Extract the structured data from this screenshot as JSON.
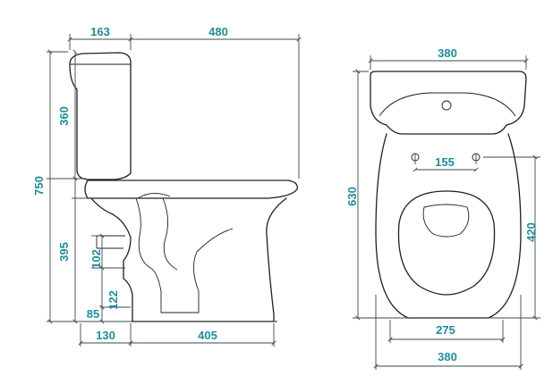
{
  "side_view": {
    "tank_depth": "163",
    "bowl_depth": "480",
    "total_height": "750",
    "tank_height": "360",
    "seat_height": "395",
    "outlet_height": "102",
    "outlet_offset": "122",
    "floor_gap": "85",
    "base_back": "130",
    "base_length": "405"
  },
  "top_view": {
    "top_width": "380",
    "total_length": "630",
    "bolt_spacing": "155",
    "bowl_length": "420",
    "base_width": "275",
    "bottom_width": "380"
  },
  "colors": {
    "dimension_text": "#1d8e9c",
    "line": "#1c2022"
  }
}
